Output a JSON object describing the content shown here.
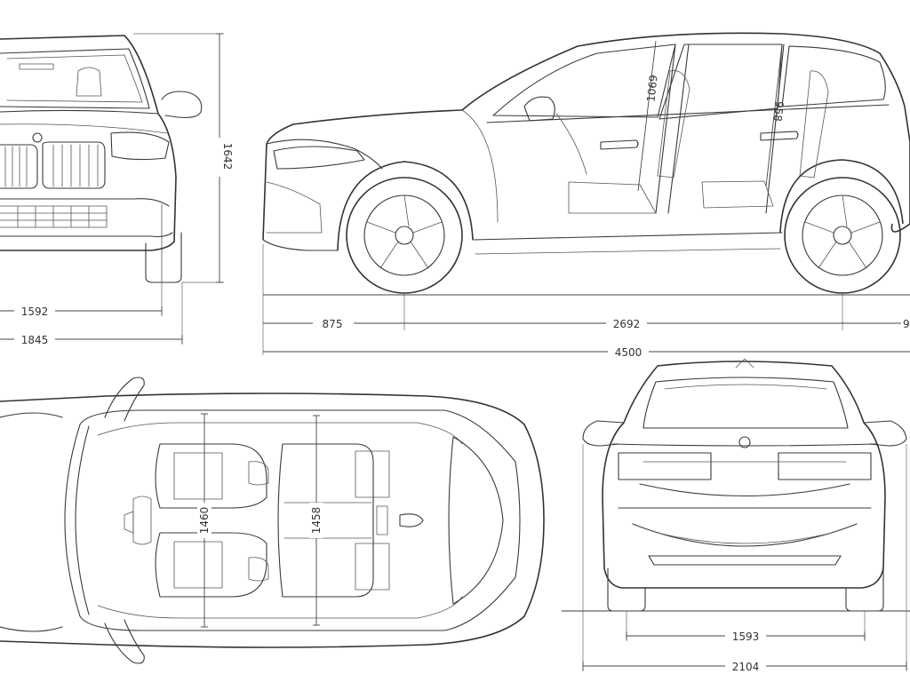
{
  "dimensions": {
    "front_track": "1592",
    "front_width": "1845",
    "height": "1642",
    "front_overhang": "875",
    "wheelbase": "2692",
    "rear_overhang_partial": "9",
    "length": "4500",
    "front_headroom": "1069",
    "rear_headroom": "958",
    "front_shoulder_width": "1460",
    "rear_shoulder_width": "1458",
    "rear_track": "1593",
    "width_with_mirrors": "2104"
  },
  "colors": {
    "line": "#3a3a3a",
    "background": "#ffffff"
  }
}
